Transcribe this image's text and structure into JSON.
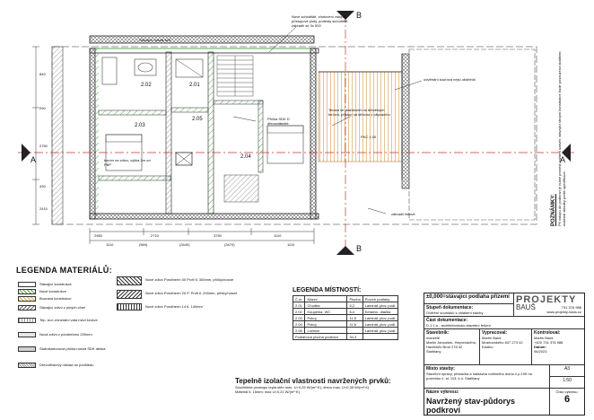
{
  "plan": {
    "notes": {
      "new_entry": "Nové schodiště, zhotovení vstupů, přístupové ploty, podesty schodiště, zábradlí se 3x 500",
      "new_wall": "Stávající nosná zeď",
      "exit_roof": "odvětrání kouřová nejsí obdélník",
      "balcony": "Terasa se dlaždicemi na dřevěných terčích, přístup na střechu z obývacího",
      "pkc": "PKC 1.00",
      "chimney": "komín na zdivu, výška 2m od PBP",
      "sdk_wall": "Příčka SDK D dřevovláknité",
      "handrail": "zábradlí lištové",
      "poznamky_title": "POZNÁMKY:",
      "poznamky_text": "Při vstupu do podkroví je nutné provést požární uzávěr; stávající stropní konstrukce bude posouzena statikem; materiál skladby podle specifikace."
    },
    "rooms": [
      {
        "code": "2.02",
        "area": "",
        "id": "r202"
      },
      {
        "code": "2.01",
        "area": "",
        "id": "r201"
      },
      {
        "code": "2.03",
        "area": "",
        "id": "r203"
      },
      {
        "code": "2.04",
        "area": "",
        "id": "r204"
      },
      {
        "code": "2.05",
        "area": "",
        "id": "r205"
      }
    ],
    "section_marks": [
      "A",
      "A",
      "B",
      "B"
    ],
    "dims_bottom": [
      "2960",
      "2710",
      "3750",
      "1110",
      "1110",
      "(560)",
      "(3440)",
      "(3470)",
      "1110"
    ],
    "dims_left": [
      "840",
      "290",
      "2760",
      "430",
      "2410"
    ]
  },
  "legend_material": {
    "title": "LEGENDA MATERIÁLŮ:",
    "items": [
      "Stávající konstrukce",
      "Nové konstrukce",
      "Bouraná konstrukce",
      "Stávající zdivo z plných cihel",
      "Tep. izol.-minerální vata mezi krokve",
      "Nová zdivo z pórobetonu 200mm",
      "Sádrokartonová příčka nosná SDK deska",
      "Dřevotřískový obklad do podhledu"
    ],
    "right_items": [
      "Nové zdivo Porotherm 30 Profi tl. 300mm, příčky/nosné ",
      "Nové zdivo Porotherm 20 P. Profi tl. 200mm, příčky/nosné",
      "Nové zdivo Porotherm 14 tl. 140mm"
    ]
  },
  "legend_rooms": {
    "title": "LEGENDA MÍSTNOSTÍ:",
    "headers": [
      "Č.m.",
      "Název",
      "Plocha",
      "Povrch podlahy"
    ],
    "rows": [
      [
        "2.01",
        "Chodba",
        "5,2",
        "Laminát, plov. podl."
      ],
      [
        "2.02",
        "Koupelna, WC",
        "6,4",
        "Keramic. dlažba"
      ],
      [
        "2.03",
        "Pokoj",
        "11,5",
        "Laminát, plov. podl."
      ],
      [
        "2.04",
        "Pokoj",
        "11,6",
        "Laminát, plov. podl."
      ],
      [
        "2.05",
        "Ložnice",
        "",
        "Laminát, plov. podl."
      ]
    ],
    "total_label": "Podlahová plocha podkroví",
    "total_value": "34,3"
  },
  "thermal": {
    "title": "Tepelně izolační vlastnosti navržených prvků:",
    "line1": "Součinitele prostupu tepla stěn max. U=0,25 W/(m²·K), dřevo max. U=0,35 W/(m²·K)",
    "line2": "Materiál tl. 15mm: max U=0,21 W/(m²·K)"
  },
  "title_block": {
    "floor_note": "±0,000=stávající podlaha přízemí",
    "stage_label": "Stupeň dokumentace:",
    "stage_value": "Ověření souhlasu s ohlášení stavby",
    "part_label": "Část dokumentace:",
    "part_value": "D.1.1.a - architektonicko-stavební řešení",
    "builder_label": "Stavebník:",
    "builder_value": "manželé",
    "builder_address": "Martin Janoušek, Heyrovského, Havlíčkův Brod 278 42 Slatiňany",
    "author_label": "Vypracoval:",
    "author_name": "Martin Bauš",
    "author_address": "Mozkovského 637 273 42 Kladno",
    "checked_label": "Kontroloval:",
    "checked_name": "Martin Bauš",
    "phone": "+420 731 376 988",
    "date_label": "Datum:",
    "date_value": "06/2023",
    "scale_value": "1:50",
    "format_value": "A3",
    "place_label": "Místo stavby:",
    "place_value": "Stavební úpravy, přístavba a nástavba rodinného domu č.p.199 na pozemku č. st. 113, k.ú. Slatiňany",
    "drawing_label": "Název výkresu:",
    "drawing_value": "Navržený stav-půdorys podkroví",
    "drawing_no_label": "Číslo výkresu:",
    "drawing_no": "6",
    "logo_main": "PROJEKTY",
    "logo_sub": "BAUŠ",
    "logo_phone": "731 376 988",
    "logo_web": "www.projekty-baus.cz"
  }
}
